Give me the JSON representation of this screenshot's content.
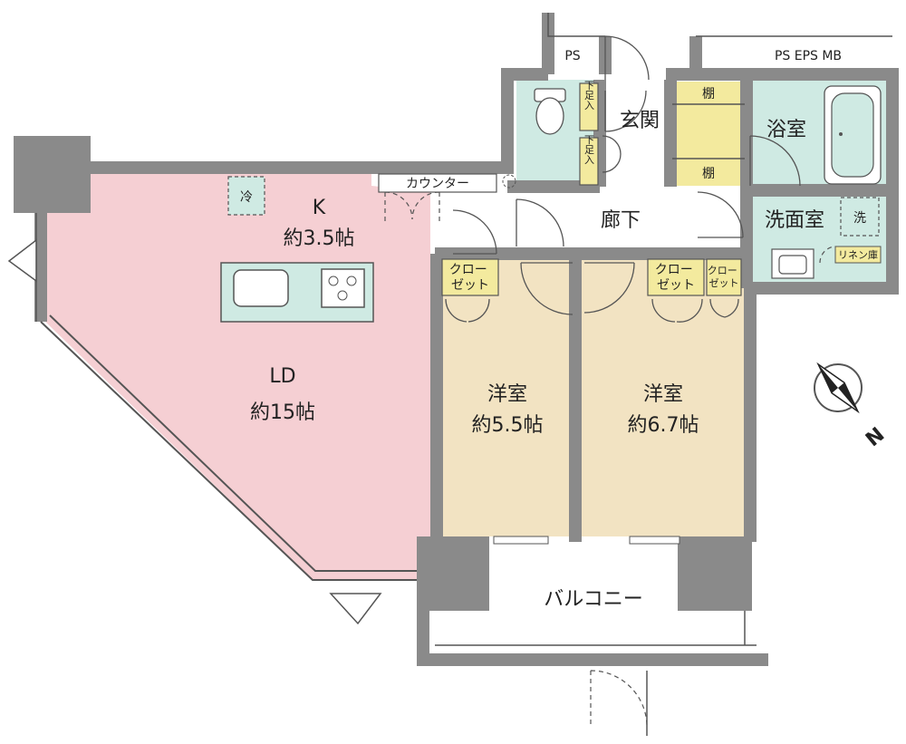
{
  "colors": {
    "ldk": "#f5cfd3",
    "bedroom": "#f2e3c2",
    "wet": "#cfeae3",
    "storage": "#f3ea9e",
    "wall": "#8a8a8a"
  },
  "rooms": {
    "kitchen": {
      "name": "K",
      "size": "約3.5帖"
    },
    "ld": {
      "name": "LD",
      "size": "約15帖"
    },
    "bedroom1": {
      "name": "洋室",
      "size": "約5.5帖"
    },
    "bedroom2": {
      "name": "洋室",
      "size": "約6.7帖"
    },
    "entrance": "玄関",
    "hallway": "廊下",
    "bath": "浴室",
    "washroom": "洗面室",
    "balcony": "バルコニー"
  },
  "labels": {
    "counter": "カウンター",
    "fridge": "冷",
    "washer": "洗",
    "linen": "リネン庫",
    "shoe_box_top": "下足入",
    "shoe_box_bottom": "下足入",
    "shelf_top": "棚",
    "shelf_bottom": "棚",
    "closet1": "クロー\nゼット",
    "closet2": "クロー\nゼット",
    "closet3": "クロー\nゼット",
    "ps": "PS",
    "ps_eps_mb": "PS EPS MB",
    "north": "N"
  },
  "icons": {
    "compass": "compass-icon",
    "toilet": "toilet-icon",
    "bathtub": "bathtub-icon",
    "sink": "sink-icon",
    "stove": "stove-icon",
    "basin": "basin-icon"
  }
}
